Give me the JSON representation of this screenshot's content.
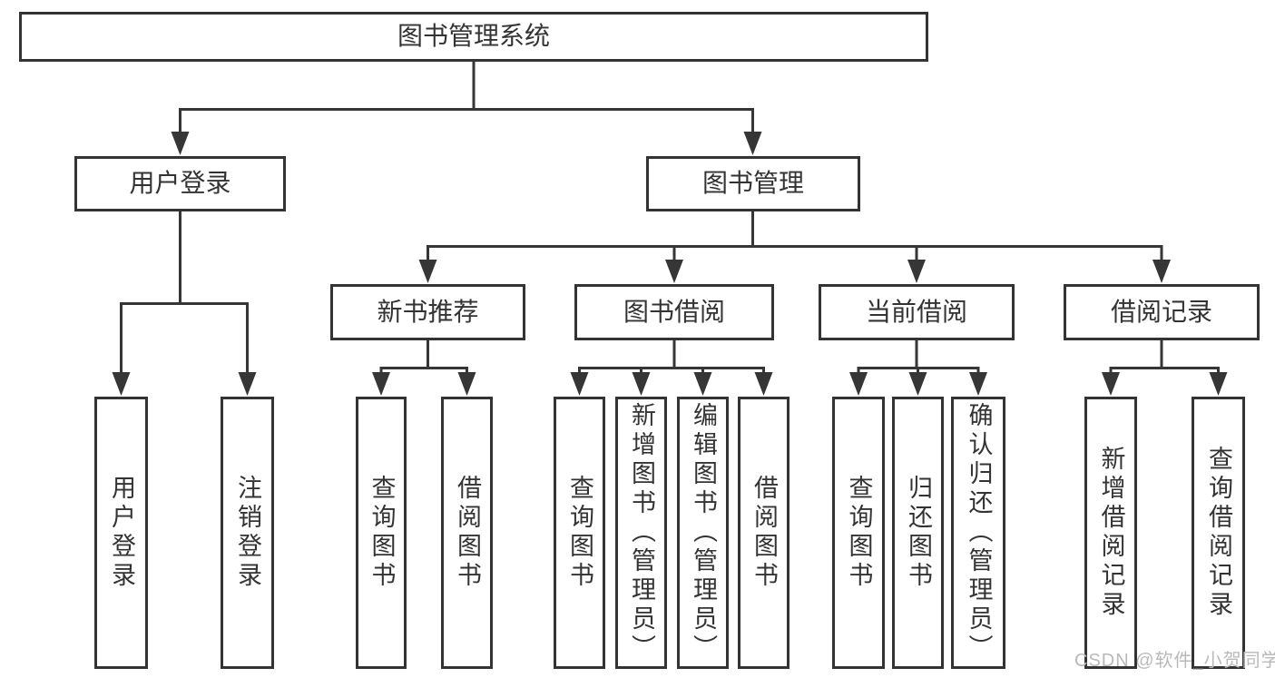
{
  "tree": {
    "label": "图书管理系统",
    "children": [
      {
        "label": "用户登录",
        "children": [
          {
            "label": "用户登录"
          },
          {
            "label": "注销登录"
          }
        ]
      },
      {
        "label": "图书管理",
        "children": [
          {
            "label": "新书推荐",
            "children": [
              {
                "label": "查询图书"
              },
              {
                "label": "借阅图书"
              }
            ]
          },
          {
            "label": "图书借阅",
            "children": [
              {
                "label": "查询图书"
              },
              {
                "label": "新增图书（管理员）"
              },
              {
                "label": "编辑图书（管理员）"
              },
              {
                "label": "借阅图书"
              }
            ]
          },
          {
            "label": "当前借阅",
            "children": [
              {
                "label": "查询图书"
              },
              {
                "label": "归还图书"
              },
              {
                "label": "确认归还（管理员）"
              }
            ]
          },
          {
            "label": "借阅记录",
            "children": [
              {
                "label": "新增借阅记录"
              },
              {
                "label": "查询借阅记录"
              }
            ]
          }
        ]
      }
    ]
  },
  "watermark": {
    "text": "CSDN @软件_小贺同学"
  },
  "colors": {
    "line": "#363636",
    "box_border": "#333333",
    "box_fill": "#ffffff",
    "text": "#333333",
    "watermark": "#b9b9b9"
  }
}
